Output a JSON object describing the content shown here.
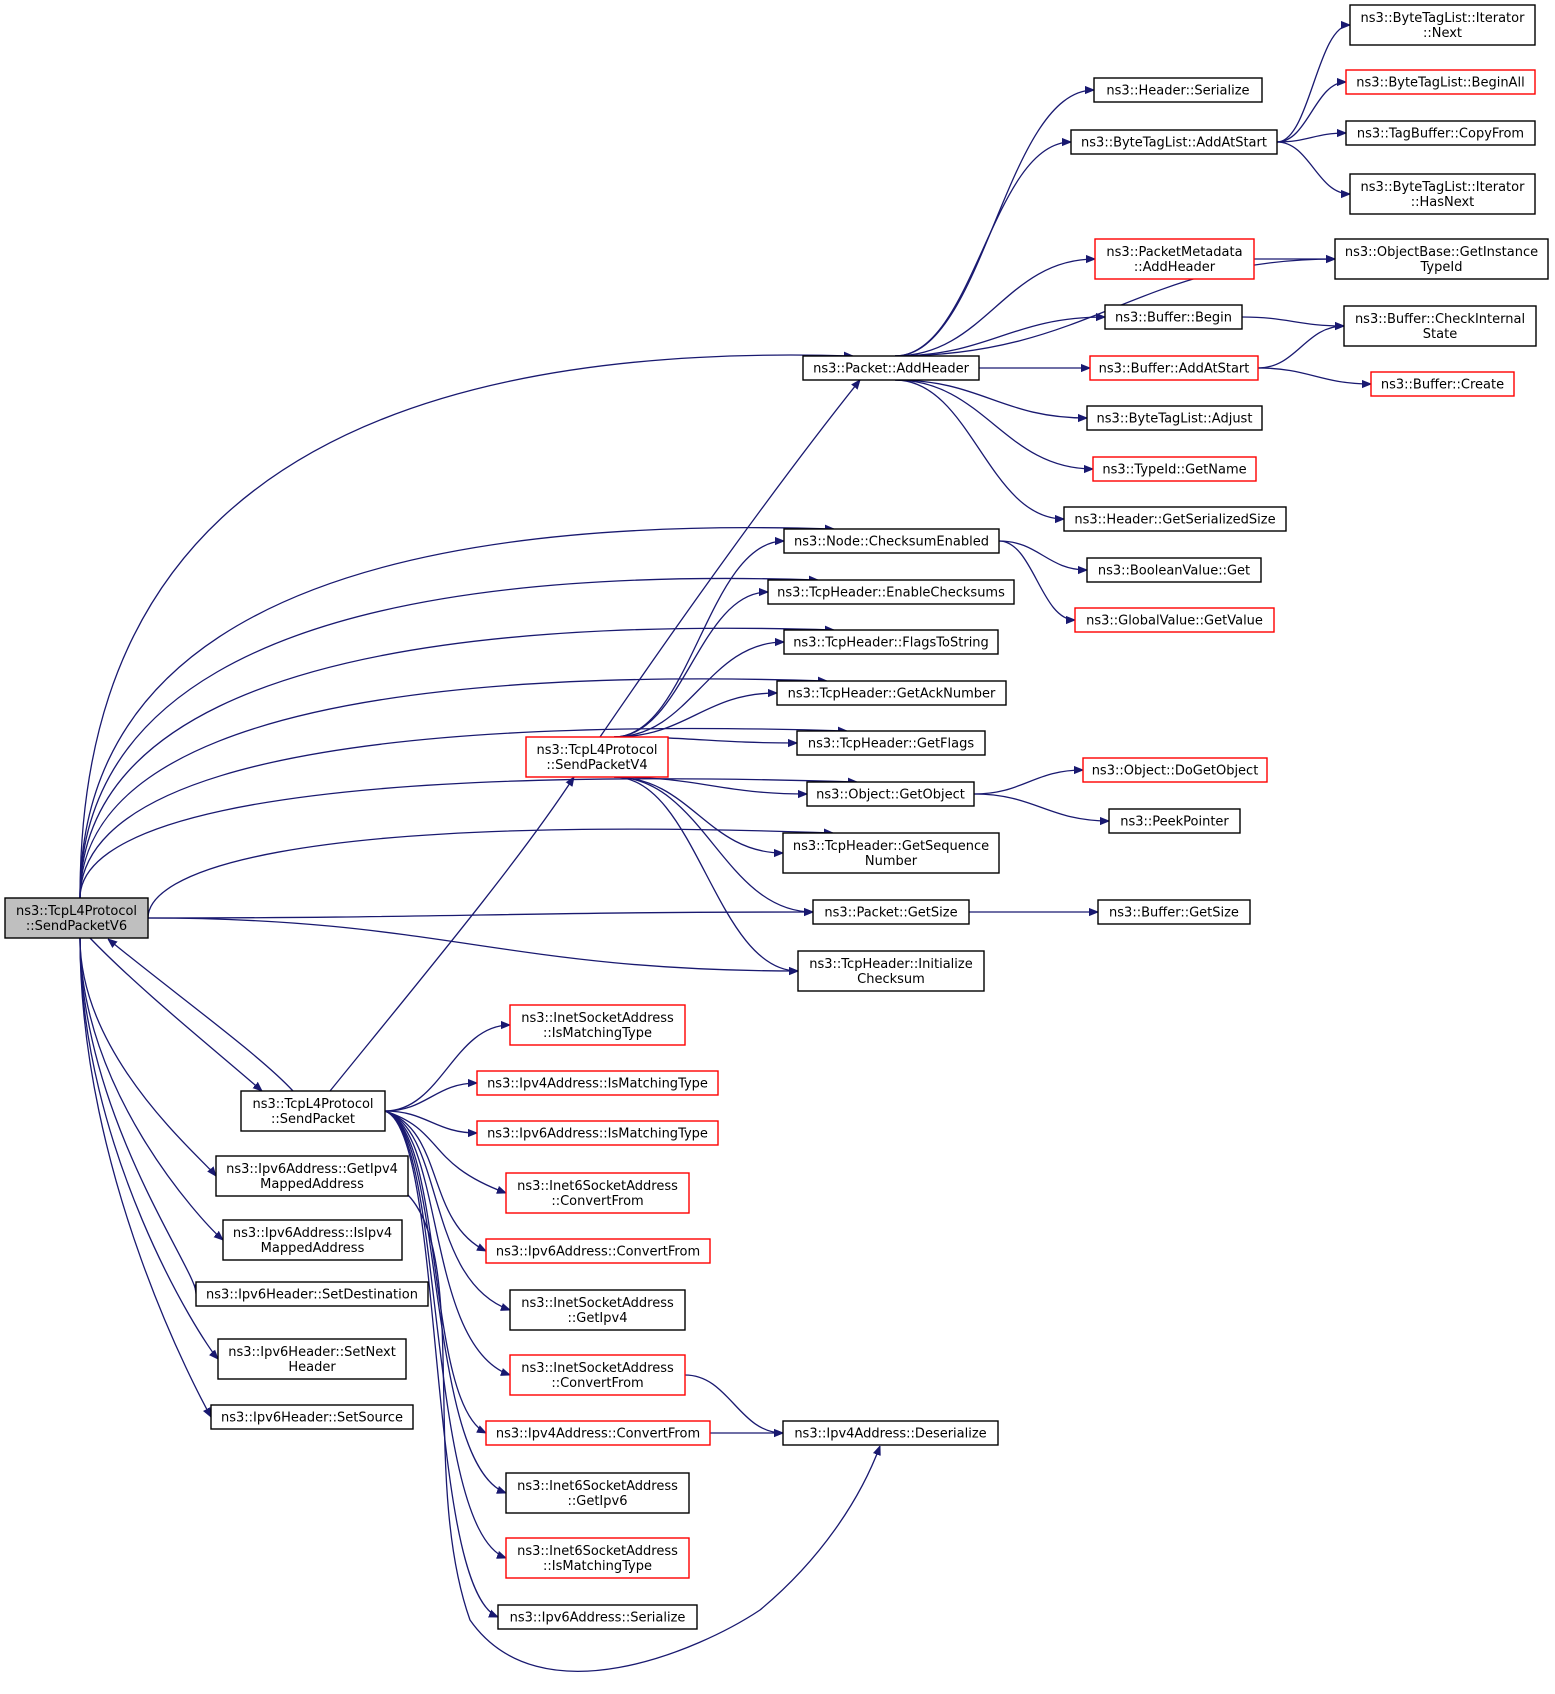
{
  "colors": {
    "edge": "#191970",
    "node_border": "#000000",
    "node_border_partial": "#ff0000",
    "root_fill": "#bfbfbf",
    "node_fill": "#ffffff"
  },
  "nodes": [
    {
      "id": "n_sendv6",
      "lines": [
        "ns3::TcpL4Protocol",
        "::SendPacketV6"
      ],
      "style": "root"
    },
    {
      "id": "n_addheader",
      "lines": [
        "ns3::Packet::AddHeader"
      ],
      "style": "normal"
    },
    {
      "id": "n_hdrser",
      "lines": [
        "ns3::Header::Serialize"
      ],
      "style": "normal"
    },
    {
      "id": "n_btl_addatstart",
      "lines": [
        "ns3::ByteTagList::AddAtStart"
      ],
      "style": "normal"
    },
    {
      "id": "n_btl_it_next",
      "lines": [
        "ns3::ByteTagList::Iterator",
        "::Next"
      ],
      "style": "normal"
    },
    {
      "id": "n_btl_beginall",
      "lines": [
        "ns3::ByteTagList::BeginAll"
      ],
      "style": "red"
    },
    {
      "id": "n_tagbuf_copy",
      "lines": [
        "ns3::TagBuffer::CopyFrom"
      ],
      "style": "normal"
    },
    {
      "id": "n_btl_it_hasnext",
      "lines": [
        "ns3::ByteTagList::Iterator",
        "::HasNext"
      ],
      "style": "normal"
    },
    {
      "id": "n_pm_addheader",
      "lines": [
        "ns3::PacketMetadata",
        "::AddHeader"
      ],
      "style": "red"
    },
    {
      "id": "n_ob_gettypeid",
      "lines": [
        "ns3::ObjectBase::GetInstance",
        "TypeId"
      ],
      "style": "normal"
    },
    {
      "id": "n_buf_begin",
      "lines": [
        "ns3::Buffer::Begin"
      ],
      "style": "normal"
    },
    {
      "id": "n_buf_checkint",
      "lines": [
        "ns3::Buffer::CheckInternal",
        "State"
      ],
      "style": "normal"
    },
    {
      "id": "n_buf_addatstart",
      "lines": [
        "ns3::Buffer::AddAtStart"
      ],
      "style": "red"
    },
    {
      "id": "n_buf_create",
      "lines": [
        "ns3::Buffer::Create"
      ],
      "style": "red"
    },
    {
      "id": "n_btl_adjust",
      "lines": [
        "ns3::ByteTagList::Adjust"
      ],
      "style": "normal"
    },
    {
      "id": "n_typeid_getname",
      "lines": [
        "ns3::TypeId::GetName"
      ],
      "style": "red"
    },
    {
      "id": "n_hdr_getsersize",
      "lines": [
        "ns3::Header::GetSerializedSize"
      ],
      "style": "normal"
    },
    {
      "id": "n_node_cksum",
      "lines": [
        "ns3::Node::ChecksumEnabled"
      ],
      "style": "normal"
    },
    {
      "id": "n_boolval_get",
      "lines": [
        "ns3::BooleanValue::Get"
      ],
      "style": "normal"
    },
    {
      "id": "n_globalval_get",
      "lines": [
        "ns3::GlobalValue::GetValue"
      ],
      "style": "red"
    },
    {
      "id": "n_tcph_enablecks",
      "lines": [
        "ns3::TcpHeader::EnableChecksums"
      ],
      "style": "normal"
    },
    {
      "id": "n_tcph_flagstostr",
      "lines": [
        "ns3::TcpHeader::FlagsToString"
      ],
      "style": "normal"
    },
    {
      "id": "n_tcph_getack",
      "lines": [
        "ns3::TcpHeader::GetAckNumber"
      ],
      "style": "normal"
    },
    {
      "id": "n_tcph_getflags",
      "lines": [
        "ns3::TcpHeader::GetFlags"
      ],
      "style": "normal"
    },
    {
      "id": "n_sendv4",
      "lines": [
        "ns3::TcpL4Protocol",
        "::SendPacketV4"
      ],
      "style": "red"
    },
    {
      "id": "n_obj_getobject",
      "lines": [
        "ns3::Object::GetObject"
      ],
      "style": "normal"
    },
    {
      "id": "n_obj_dogetobject",
      "lines": [
        "ns3::Object::DoGetObject"
      ],
      "style": "red"
    },
    {
      "id": "n_peekptr",
      "lines": [
        "ns3::PeekPointer"
      ],
      "style": "normal"
    },
    {
      "id": "n_tcph_getseq",
      "lines": [
        "ns3::TcpHeader::GetSequence",
        "Number"
      ],
      "style": "normal"
    },
    {
      "id": "n_pkt_getsize",
      "lines": [
        "ns3::Packet::GetSize"
      ],
      "style": "normal"
    },
    {
      "id": "n_buf_getsize",
      "lines": [
        "ns3::Buffer::GetSize"
      ],
      "style": "normal"
    },
    {
      "id": "n_tcph_initcks",
      "lines": [
        "ns3::TcpHeader::Initialize",
        "Checksum"
      ],
      "style": "normal"
    },
    {
      "id": "n_sendpacket",
      "lines": [
        "ns3::TcpL4Protocol",
        "::SendPacket"
      ],
      "style": "normal"
    },
    {
      "id": "n_isa_ismatch",
      "lines": [
        "ns3::InetSocketAddress",
        "::IsMatchingType"
      ],
      "style": "red"
    },
    {
      "id": "n_ipv4_ismatch",
      "lines": [
        "ns3::Ipv4Address::IsMatchingType"
      ],
      "style": "red"
    },
    {
      "id": "n_ipv6_ismatch",
      "lines": [
        "ns3::Ipv6Address::IsMatchingType"
      ],
      "style": "red"
    },
    {
      "id": "n_i6sa_convert",
      "lines": [
        "ns3::Inet6SocketAddress",
        "::ConvertFrom"
      ],
      "style": "red"
    },
    {
      "id": "n_ipv6_convert",
      "lines": [
        "ns3::Ipv6Address::ConvertFrom"
      ],
      "style": "red"
    },
    {
      "id": "n_isa_getipv4",
      "lines": [
        "ns3::InetSocketAddress",
        "::GetIpv4"
      ],
      "style": "normal"
    },
    {
      "id": "n_isa_convert",
      "lines": [
        "ns3::InetSocketAddress",
        "::ConvertFrom"
      ],
      "style": "red"
    },
    {
      "id": "n_ipv4_convert",
      "lines": [
        "ns3::Ipv4Address::ConvertFrom"
      ],
      "style": "red"
    },
    {
      "id": "n_ipv4_deser",
      "lines": [
        "ns3::Ipv4Address::Deserialize"
      ],
      "style": "normal"
    },
    {
      "id": "n_i6sa_getipv6",
      "lines": [
        "ns3::Inet6SocketAddress",
        "::GetIpv6"
      ],
      "style": "normal"
    },
    {
      "id": "n_i6sa_ismatch",
      "lines": [
        "ns3::Inet6SocketAddress",
        "::IsMatchingType"
      ],
      "style": "red"
    },
    {
      "id": "n_ipv6_ser",
      "lines": [
        "ns3::Ipv6Address::Serialize"
      ],
      "style": "normal"
    },
    {
      "id": "n_ipv6_getv4mapped",
      "lines": [
        "ns3::Ipv6Address::GetIpv4",
        "MappedAddress"
      ],
      "style": "normal"
    },
    {
      "id": "n_ipv6_isv4mapped",
      "lines": [
        "ns3::Ipv6Address::IsIpv4",
        "MappedAddress"
      ],
      "style": "normal"
    },
    {
      "id": "n_ipv6h_setdst",
      "lines": [
        "ns3::Ipv6Header::SetDestination"
      ],
      "style": "normal"
    },
    {
      "id": "n_ipv6h_setnext",
      "lines": [
        "ns3::Ipv6Header::SetNext",
        "Header"
      ],
      "style": "normal"
    },
    {
      "id": "n_ipv6h_setsrc",
      "lines": [
        "ns3::Ipv6Header::SetSource"
      ],
      "style": "normal"
    }
  ],
  "edges": [
    [
      "n_sendv6",
      "n_addheader"
    ],
    [
      "n_sendv6",
      "n_node_cksum"
    ],
    [
      "n_sendv6",
      "n_tcph_enablecks"
    ],
    [
      "n_sendv6",
      "n_tcph_flagstostr"
    ],
    [
      "n_sendv6",
      "n_tcph_getack"
    ],
    [
      "n_sendv6",
      "n_tcph_getflags"
    ],
    [
      "n_sendv6",
      "n_obj_getobject"
    ],
    [
      "n_sendv6",
      "n_tcph_getseq"
    ],
    [
      "n_sendv6",
      "n_pkt_getsize"
    ],
    [
      "n_sendv6",
      "n_tcph_initcks"
    ],
    [
      "n_sendv6",
      "n_sendpacket"
    ],
    [
      "n_sendpacket",
      "n_sendv6"
    ],
    [
      "n_sendv6",
      "n_ipv6_getv4mapped"
    ],
    [
      "n_sendv6",
      "n_ipv6_isv4mapped"
    ],
    [
      "n_sendv6",
      "n_ipv6h_setdst"
    ],
    [
      "n_sendv6",
      "n_ipv6h_setnext"
    ],
    [
      "n_sendv6",
      "n_ipv6h_setsrc"
    ],
    [
      "n_addheader",
      "n_hdrser"
    ],
    [
      "n_addheader",
      "n_btl_addatstart"
    ],
    [
      "n_addheader",
      "n_ob_gettypeid"
    ],
    [
      "n_addheader",
      "n_pm_addheader"
    ],
    [
      "n_addheader",
      "n_buf_begin"
    ],
    [
      "n_addheader",
      "n_buf_addatstart"
    ],
    [
      "n_addheader",
      "n_btl_adjust"
    ],
    [
      "n_addheader",
      "n_typeid_getname"
    ],
    [
      "n_addheader",
      "n_hdr_getsersize"
    ],
    [
      "n_btl_addatstart",
      "n_btl_it_next"
    ],
    [
      "n_btl_addatstart",
      "n_btl_beginall"
    ],
    [
      "n_btl_addatstart",
      "n_tagbuf_copy"
    ],
    [
      "n_btl_addatstart",
      "n_btl_it_hasnext"
    ],
    [
      "n_pm_addheader",
      "n_ob_gettypeid"
    ],
    [
      "n_buf_begin",
      "n_buf_checkint"
    ],
    [
      "n_buf_addatstart",
      "n_buf_checkint"
    ],
    [
      "n_buf_addatstart",
      "n_buf_create"
    ],
    [
      "n_node_cksum",
      "n_boolval_get"
    ],
    [
      "n_node_cksum",
      "n_globalval_get"
    ],
    [
      "n_sendv4",
      "n_addheader"
    ],
    [
      "n_sendv4",
      "n_node_cksum"
    ],
    [
      "n_sendv4",
      "n_tcph_enablecks"
    ],
    [
      "n_sendv4",
      "n_tcph_flagstostr"
    ],
    [
      "n_sendv4",
      "n_tcph_getack"
    ],
    [
      "n_sendv4",
      "n_tcph_getflags"
    ],
    [
      "n_sendv4",
      "n_obj_getobject"
    ],
    [
      "n_sendv4",
      "n_tcph_getseq"
    ],
    [
      "n_sendv4",
      "n_pkt_getsize"
    ],
    [
      "n_sendv4",
      "n_tcph_initcks"
    ],
    [
      "n_obj_getobject",
      "n_obj_dogetobject"
    ],
    [
      "n_obj_getobject",
      "n_peekptr"
    ],
    [
      "n_pkt_getsize",
      "n_buf_getsize"
    ],
    [
      "n_sendpacket",
      "n_sendv4"
    ],
    [
      "n_sendpacket",
      "n_isa_ismatch"
    ],
    [
      "n_sendpacket",
      "n_ipv4_ismatch"
    ],
    [
      "n_sendpacket",
      "n_ipv6_ismatch"
    ],
    [
      "n_sendpacket",
      "n_i6sa_convert"
    ],
    [
      "n_sendpacket",
      "n_ipv6_convert"
    ],
    [
      "n_sendpacket",
      "n_isa_getipv4"
    ],
    [
      "n_sendpacket",
      "n_isa_convert"
    ],
    [
      "n_sendpacket",
      "n_ipv4_convert"
    ],
    [
      "n_sendpacket",
      "n_i6sa_getipv6"
    ],
    [
      "n_sendpacket",
      "n_i6sa_ismatch"
    ],
    [
      "n_sendpacket",
      "n_ipv6_ser"
    ],
    [
      "n_isa_convert",
      "n_ipv4_deser"
    ],
    [
      "n_ipv4_convert",
      "n_ipv4_deser"
    ],
    [
      "n_ipv6_getv4mapped",
      "n_ipv4_deser"
    ]
  ]
}
